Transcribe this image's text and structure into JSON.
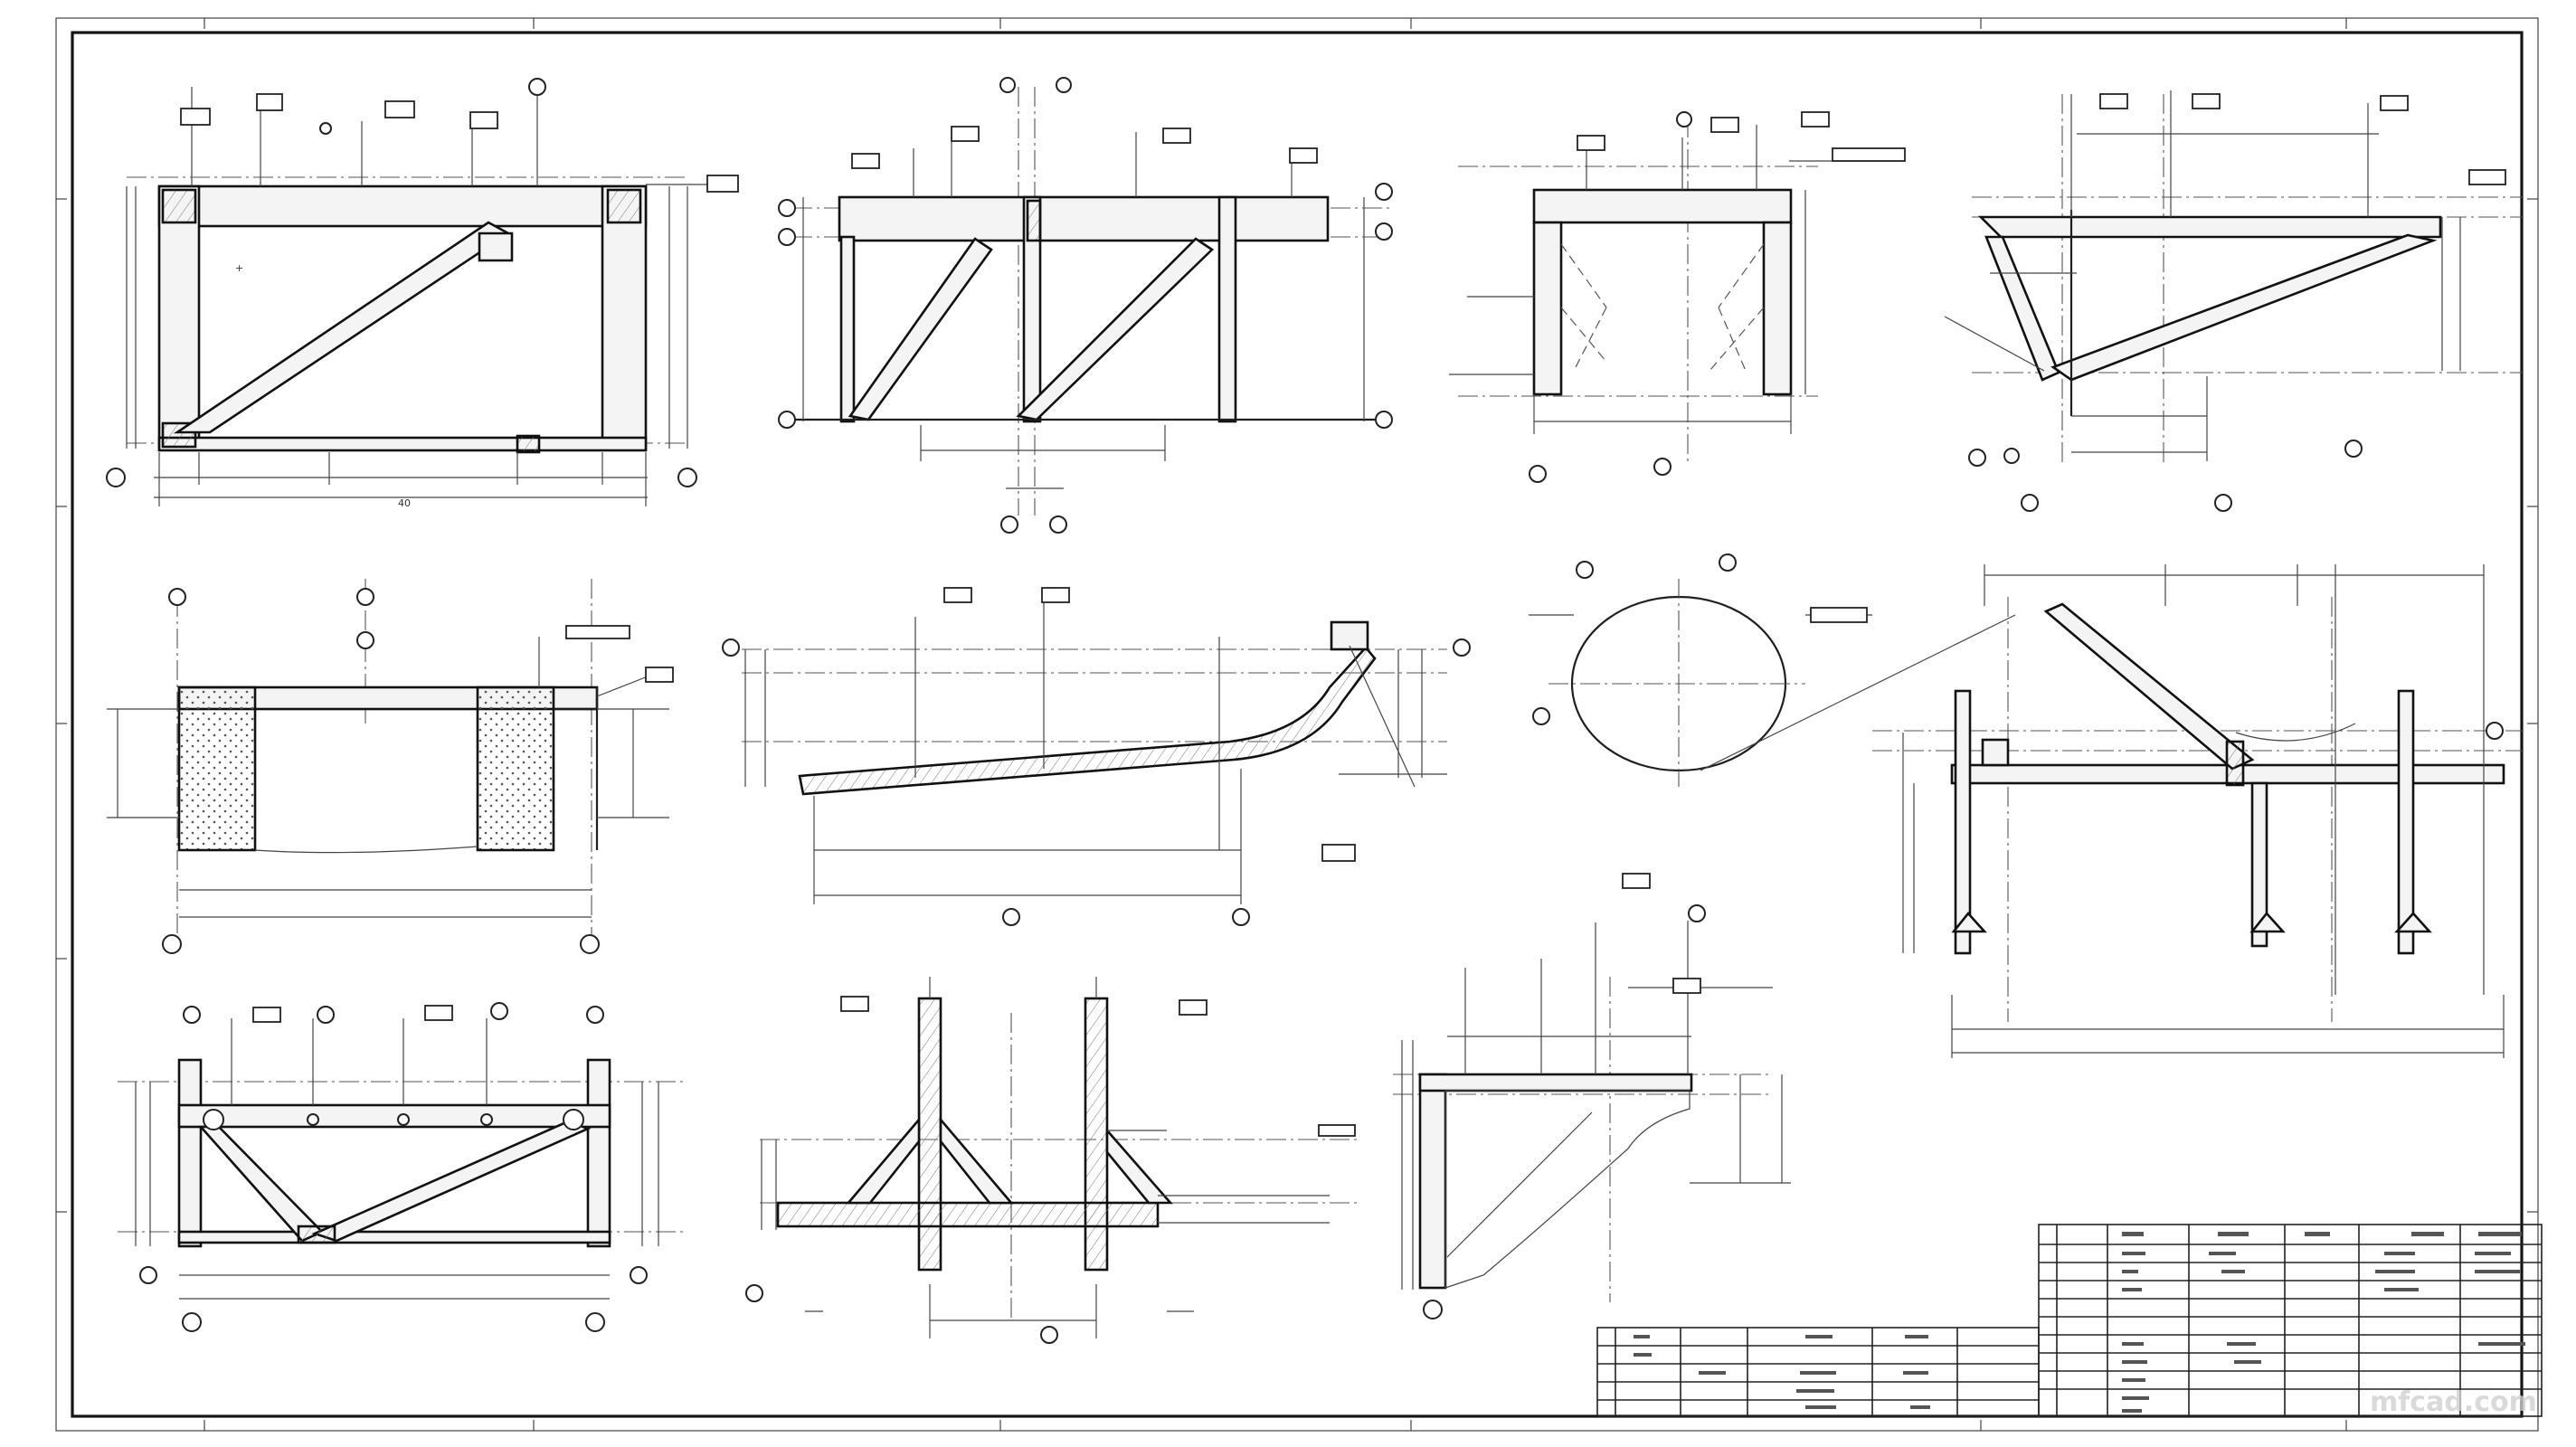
{
  "drawing": {
    "views": [
      {
        "id": "v1"
      },
      {
        "id": "v2"
      },
      {
        "id": "v3"
      },
      {
        "id": "v4"
      },
      {
        "id": "v5"
      },
      {
        "id": "v6"
      },
      {
        "id": "v7"
      },
      {
        "id": "v8"
      },
      {
        "id": "v9"
      },
      {
        "id": "v10"
      },
      {
        "id": "v11"
      }
    ]
  },
  "title_block": {
    "watermark": "mfcad.com"
  }
}
